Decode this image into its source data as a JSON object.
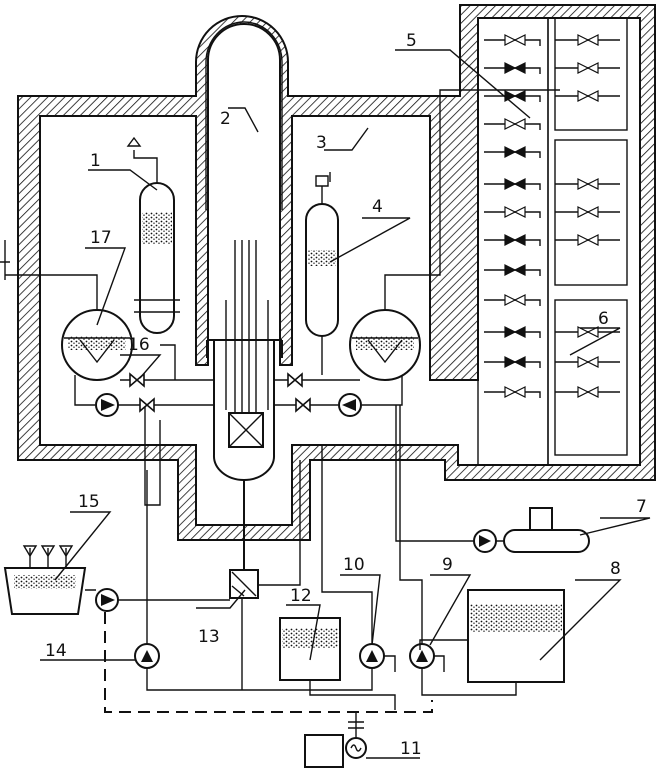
{
  "labels": {
    "l1": "1",
    "l2": "2",
    "l3": "3",
    "l4": "4",
    "l5": "5",
    "l6": "6",
    "l7": "7",
    "l8": "8",
    "l9": "9",
    "l10": "10",
    "l11": "11",
    "l12": "12",
    "l13": "13",
    "l14": "14",
    "l15": "15",
    "l16": "16",
    "l17": "17"
  },
  "colors": {
    "ink": "#111111",
    "hatch": "#111111",
    "paper": "#ffffff"
  }
}
